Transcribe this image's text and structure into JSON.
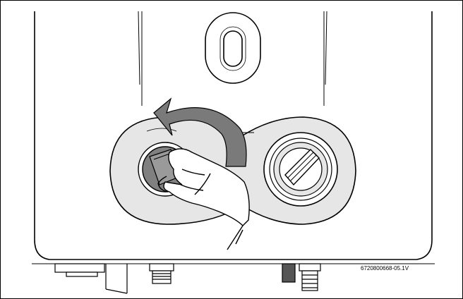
{
  "figure": {
    "code": "6720800668-05.1V"
  },
  "parts": {
    "display_window": "oval-window",
    "left_knob": "rotary-knob-grey",
    "right_knob": "rotary-knob-white",
    "arrow": "rotation-arrow-counterclockwise",
    "hand": "hand",
    "connectors": "pipe-connectors"
  },
  "colors": {
    "knob_grey": "#808080",
    "arrow_grey": "#7a7a7a",
    "panel_grey": "#e6e6e6",
    "line": "#000000"
  }
}
